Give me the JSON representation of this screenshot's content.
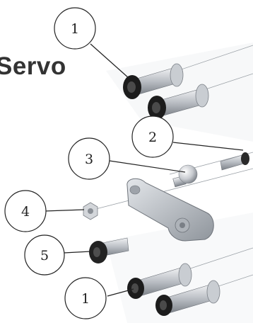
{
  "heading": "Servo",
  "callouts": [
    {
      "id": "callout-1-top",
      "label": "1"
    },
    {
      "id": "callout-2",
      "label": "2"
    },
    {
      "id": "callout-3",
      "label": "3"
    },
    {
      "id": "callout-4",
      "label": "4"
    },
    {
      "id": "callout-5",
      "label": "5"
    },
    {
      "id": "callout-1-bottom",
      "label": "1"
    }
  ],
  "colors": {
    "line": "#222222",
    "metal_light": "#d9dce0",
    "metal_dark": "#8a8f96",
    "bracket": "#c5c9ce",
    "screw_black": "#1c1c1c"
  }
}
